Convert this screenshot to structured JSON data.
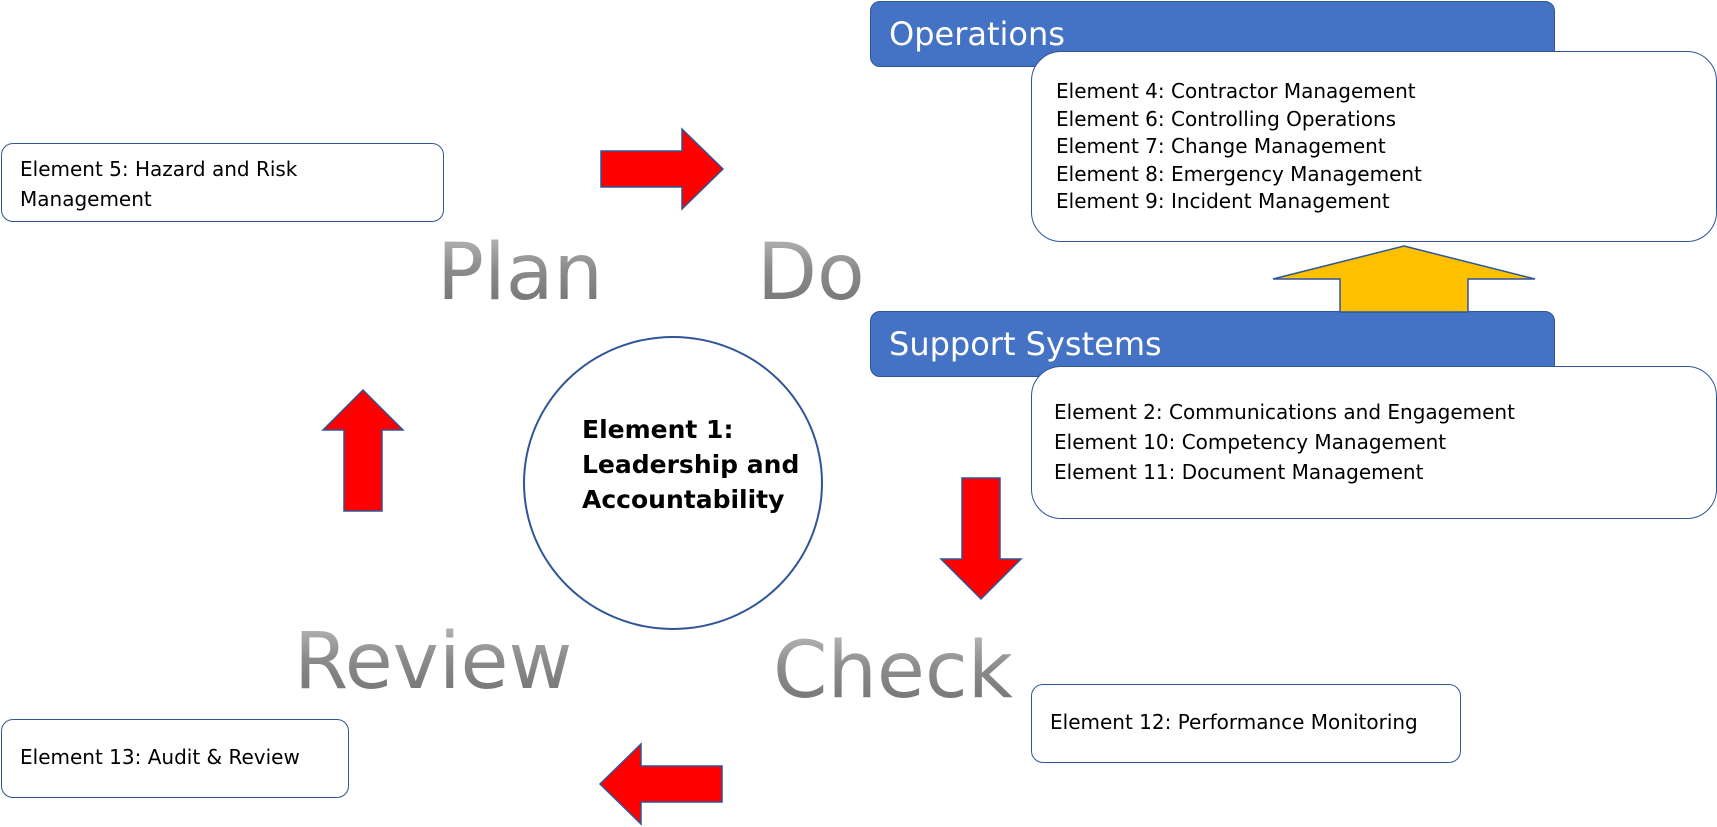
{
  "center": {
    "label": "Element 1: Leadership and Accountability"
  },
  "phases": {
    "plan": "Plan",
    "do": "Do",
    "check": "Check",
    "review": "Review"
  },
  "plan_box": {
    "text": "Element 5: Hazard and Risk Management"
  },
  "operations": {
    "header": "Operations",
    "items": [
      "Element 4: Contractor Management",
      "Element 6: Controlling Operations",
      "Element 7: Change Management",
      "Element 8: Emergency Management",
      "Element 9: Incident Management"
    ]
  },
  "support": {
    "header": "Support Systems",
    "items": [
      "Element 2: Communications and Engagement",
      "Element 10: Competency Management",
      "Element 11: Document Management"
    ]
  },
  "check_box": {
    "text": "Element 12: Performance Monitoring"
  },
  "review_box": {
    "text": "Element 13: Audit & Review"
  },
  "colors": {
    "cycle_arrow": "#ff0000",
    "support_arrow": "#ffc000",
    "header_fill": "#4472c4",
    "outline": "#2f5597"
  }
}
